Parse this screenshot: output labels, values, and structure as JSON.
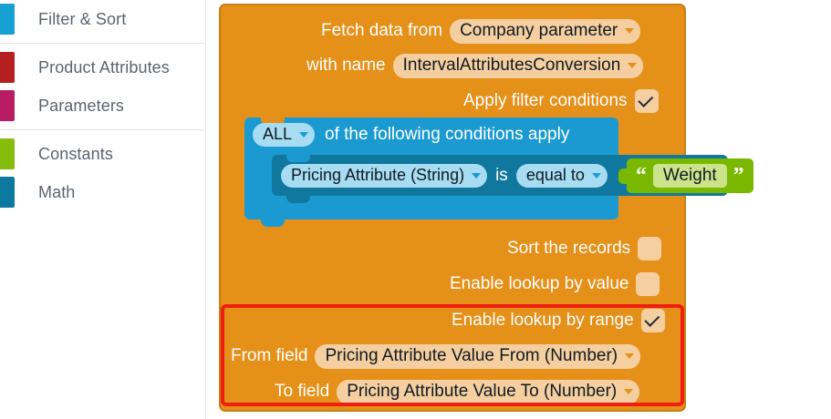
{
  "sidebar": {
    "groups": [
      {
        "items": [
          {
            "label": "Filter & Sort",
            "color": "#17a0d2",
            "name": "filter-and-sort"
          }
        ]
      },
      {
        "items": [
          {
            "label": "Product Attributes",
            "color": "#b51f1f",
            "name": "product-attributes"
          },
          {
            "label": "Parameters",
            "color": "#b81c63",
            "name": "parameters"
          }
        ]
      },
      {
        "items": [
          {
            "label": "Constants",
            "color": "#86bc0c",
            "name": "constants"
          },
          {
            "label": "Math",
            "color": "#0b7a9e",
            "name": "math"
          }
        ]
      }
    ]
  },
  "block": {
    "fetch_label": "Fetch data from",
    "fetch_value": "Company parameter",
    "name_label": "with name",
    "name_value": "IntervalAttributesConversion",
    "apply_filter_label": "Apply filter conditions",
    "apply_filter_checked": "✓",
    "sort_label": "Sort the records",
    "lookup_value_label": "Enable lookup by value",
    "lookup_range_label": "Enable lookup by range",
    "lookup_range_checked": "✓",
    "from_field_label": "From field",
    "from_field_value": "Pricing Attribute Value From (Number)",
    "to_field_label": "To field",
    "to_field_value": "Pricing Attribute Value To (Number)"
  },
  "condition": {
    "quantifier": "ALL",
    "quantifier_suffix": "of the following conditions apply",
    "attribute": "Pricing Attribute (String)",
    "operator_word": "is",
    "operator": "equal to",
    "string_value": "Weight",
    "quote_open": "“",
    "quote_close": "”"
  },
  "colors": {
    "block_orange": "#e59019",
    "block_orange_border": "#c87d12",
    "field_tan": "#f5cfa0",
    "control_blue": "#1b9ad1",
    "control_blue_dark": "#10779f",
    "pill_light_blue": "#a7dcf2",
    "string_green": "#7ab800",
    "string_green_light": "#cbe48c",
    "highlight_red": "#ef1d12"
  }
}
